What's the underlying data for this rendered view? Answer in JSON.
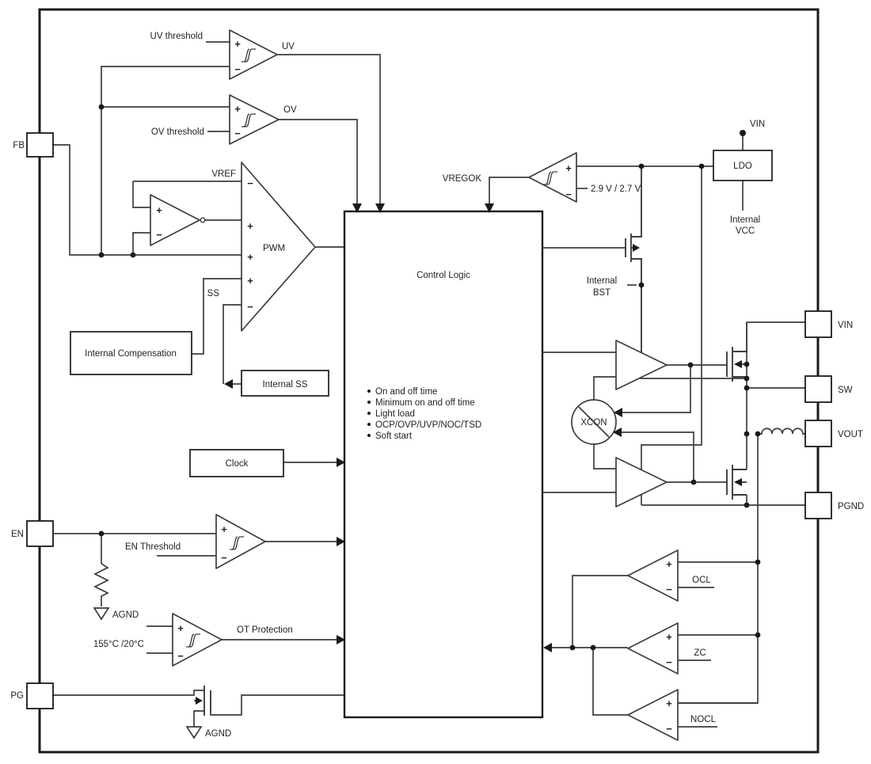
{
  "colors": {
    "bg": "#ffffff",
    "wire": "#3d3d3d",
    "outline": "#1a1a1a",
    "ink": "#222222"
  },
  "labels": {
    "plus": "+",
    "minus": "−",
    "fb": "FB",
    "en": "EN",
    "pg": "PG",
    "vin_pin": "VIN",
    "sw_pin": "SW",
    "vout_pin": "VOUT",
    "pgnd_pin": "PGND",
    "uv_threshold": "UV threshold",
    "uv": "UV",
    "ov_threshold": "OV threshold",
    "ov": "OV",
    "vref": "VREF",
    "pwm": "PWM",
    "ss": "SS",
    "internal_compensation": "Internal Compensation",
    "internal_ss": "Internal SS",
    "clock": "Clock",
    "vregok": "VREGOK",
    "vreg_threshold": "2.9 V / 2.7 V",
    "vin_top": "VIN",
    "ldo": "LDO",
    "internal_vcc_line1": "Internal",
    "internal_vcc_line2": "VCC",
    "internal_bst_line1": "Internal",
    "internal_bst_line2": "BST",
    "xcon": "XCON",
    "en_threshold": "EN Threshold",
    "agnd_en": "AGND",
    "agnd_pg": "AGND",
    "temp_threshold": "155°C /20°C",
    "ot_protection": "OT Protection",
    "ocl": "OCL",
    "zc": "ZC",
    "nocl": "NOCL"
  },
  "control_logic": {
    "title": "Control Logic",
    "bullets": [
      "On and off time",
      "Minimum on and off time",
      "Light load",
      "OCP/OVP/UVP/NOC/TSD",
      "Soft start"
    ]
  }
}
